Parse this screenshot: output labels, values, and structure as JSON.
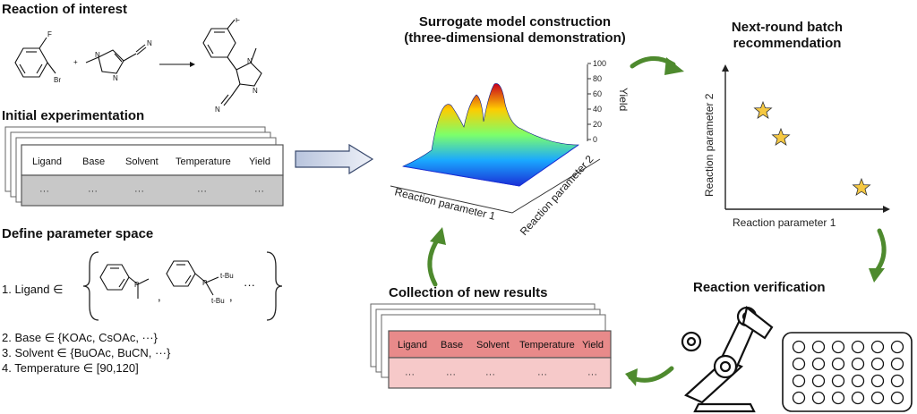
{
  "headings": {
    "reaction": "Reaction of interest",
    "initial": "Initial experimentation",
    "define": "Define parameter space",
    "surrogate_line1": "Surrogate model construction",
    "surrogate_line2": "(three-dimensional demonstration)",
    "nextround_line1": "Next-round batch",
    "nextround_line2": "recommendation",
    "verification": "Reaction verification",
    "collection": "Collection of new results"
  },
  "molecules": {
    "atom_f": "F",
    "atom_br": "Br",
    "atom_n": "N",
    "plus": "+"
  },
  "tables": {
    "columns": [
      "Ligand",
      "Base",
      "Solvent",
      "Temperature",
      "Yield"
    ],
    "placeholder": "···",
    "initial_color": "#c8c8c8",
    "new_color": "#e88a8a"
  },
  "parameter_space": {
    "ligand_prefix": "1. Ligand ∈",
    "ligand_sub1": "t-Bu",
    "ligand_sub2": "t-Bu",
    "comma": ",",
    "ellipsis": "···",
    "base": "2. Base ∈ {KOAc, CsOAc, ···}",
    "solvent": "3. Solvent ∈ {BuOAc, BuCN, ···}",
    "temperature": "4. Temperature ∈ [90,120]"
  },
  "surface_plot": {
    "x_label": "Reaction parameter 1",
    "y_label": "Reaction parameter 2",
    "z_label": "Yield",
    "z_ticks": [
      "0",
      "20",
      "40",
      "60",
      "80",
      "100"
    ]
  },
  "scatter_plot": {
    "x_label": "Reaction parameter 1",
    "y_label": "Reaction parameter 2",
    "star_color": "#f5c842"
  },
  "arrow_color": "#4e8a2e"
}
